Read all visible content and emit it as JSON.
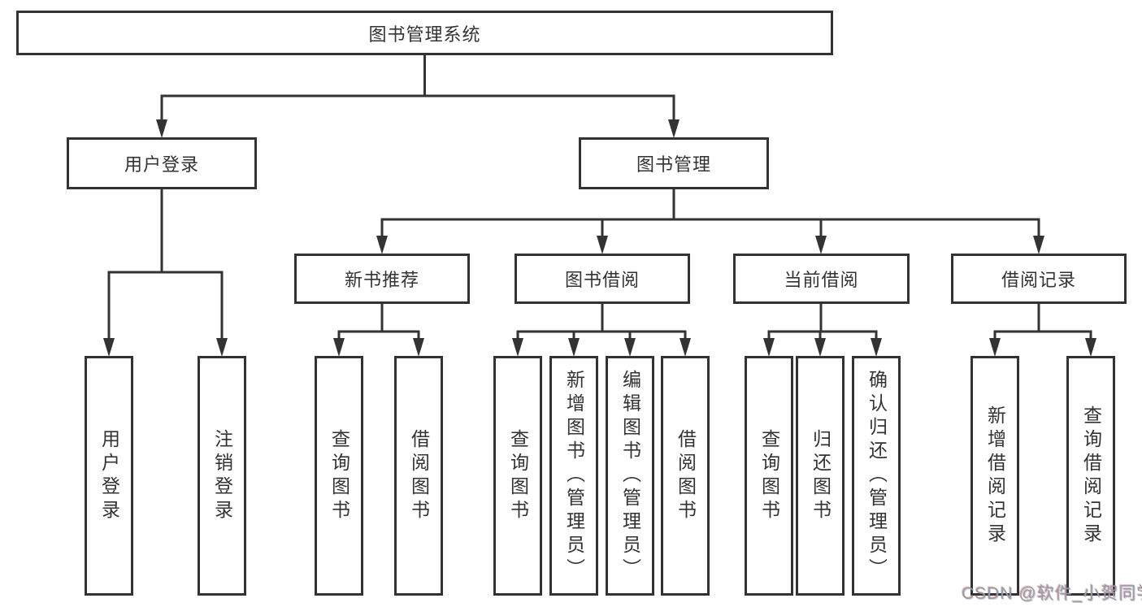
{
  "diagram_title": "图书管理系统",
  "nodes": {
    "root": "图书管理系统",
    "level2": [
      "用户登录",
      "图书管理"
    ],
    "level3": [
      "新书推荐",
      "图书借阅",
      "当前借阅",
      "借阅记录"
    ],
    "leaves_user_login": [
      "用户登录",
      "注销登录"
    ],
    "leaves_new_book": [
      "查询图书",
      "借阅图书"
    ],
    "leaves_book_borrow": [
      "查询图书",
      "新增图书（管理员）",
      "编辑图书（管理员）",
      "借阅图书"
    ],
    "leaves_current_borrow": [
      "查询图书",
      "归还图书",
      "确认归还（管理员）"
    ],
    "leaves_borrow_records": [
      "新增借阅记录",
      "查询借阅记录"
    ]
  },
  "watermark": "CSDN @软件_小贺同学",
  "colors": {
    "line": "#333333",
    "text": "#333333",
    "watermark": "#9b9b9b",
    "background": "#ffffff"
  }
}
